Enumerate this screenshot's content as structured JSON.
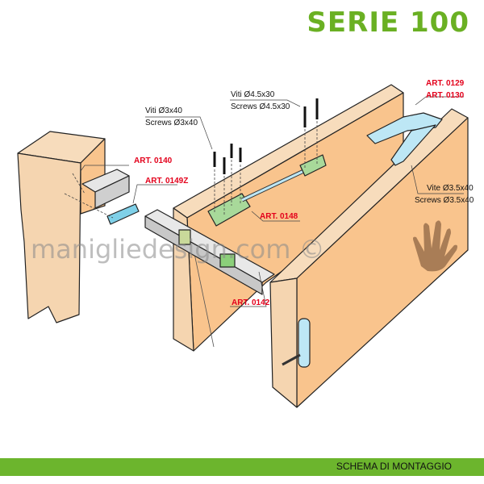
{
  "title": "SERIE 100",
  "footer": "SCHEMA DI MONTAGGIO",
  "watermark": "manigliedesign.com ©",
  "labels": {
    "screws_4_5x30_it": "Viti Ø4.5x30",
    "screws_4_5x30_en": "Screws Ø4.5x30",
    "screws_3x40_it": "Viti Ø3x40",
    "screws_3x40_en": "Screws Ø3x40",
    "screw_3_5x40_it": "Vite Ø3.5x40",
    "screws_3_5x40_en": "Screws Ø3.5x40",
    "art_0129": "ART. 0129",
    "art_0130": "ART. 0130",
    "art_0140": "ART. 0140",
    "art_0149z": "ART. 0149Z",
    "art_0148": "ART. 0148",
    "art_0142": "ART. 0142"
  },
  "colors": {
    "brand_green": "#6ab023",
    "wood": "#f9c48d",
    "wood_edge": "#f7dcbc",
    "article_red": "#e3001b"
  }
}
